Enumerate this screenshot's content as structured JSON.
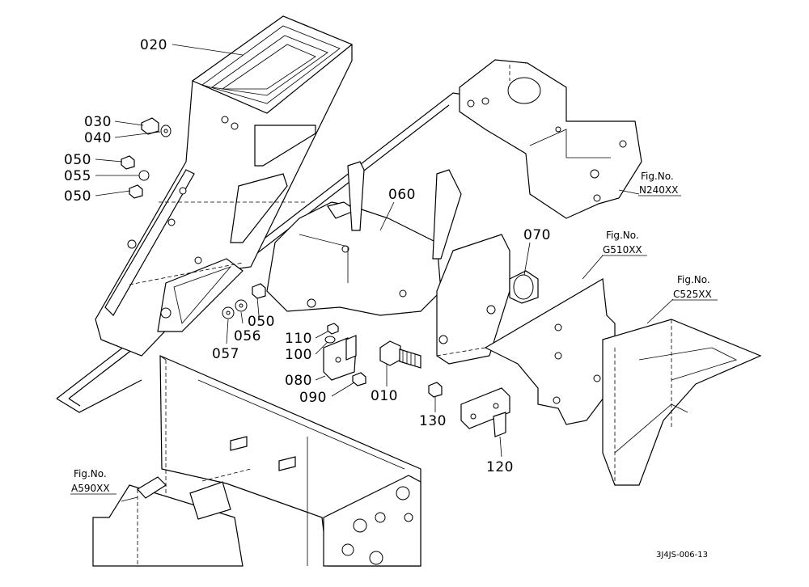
{
  "callouts": [
    {
      "id": "020",
      "text": "020"
    },
    {
      "id": "030",
      "text": "030"
    },
    {
      "id": "040",
      "text": "040"
    },
    {
      "id": "050a",
      "text": "050"
    },
    {
      "id": "055",
      "text": "055"
    },
    {
      "id": "050b",
      "text": "050"
    },
    {
      "id": "060",
      "text": "060"
    },
    {
      "id": "070",
      "text": "070"
    },
    {
      "id": "050c",
      "text": "050"
    },
    {
      "id": "056",
      "text": "056"
    },
    {
      "id": "057",
      "text": "057"
    },
    {
      "id": "110",
      "text": "110"
    },
    {
      "id": "100",
      "text": "100"
    },
    {
      "id": "080",
      "text": "080"
    },
    {
      "id": "090",
      "text": "090"
    },
    {
      "id": "010",
      "text": "010"
    },
    {
      "id": "130",
      "text": "130"
    },
    {
      "id": "120",
      "text": "120"
    }
  ],
  "fig_refs": [
    {
      "id": "n240",
      "label": "Fig.No.",
      "code": "N240XX"
    },
    {
      "id": "g510",
      "label": "Fig.No.",
      "code": "G510XX"
    },
    {
      "id": "c525",
      "label": "Fig.No.",
      "code": "C525XX"
    },
    {
      "id": "a590",
      "label": "Fig.No.",
      "code": "A590XX"
    }
  ],
  "drawing_code": "3J4JS-006-13",
  "colors": {
    "line": "#000000",
    "background": "#ffffff"
  }
}
